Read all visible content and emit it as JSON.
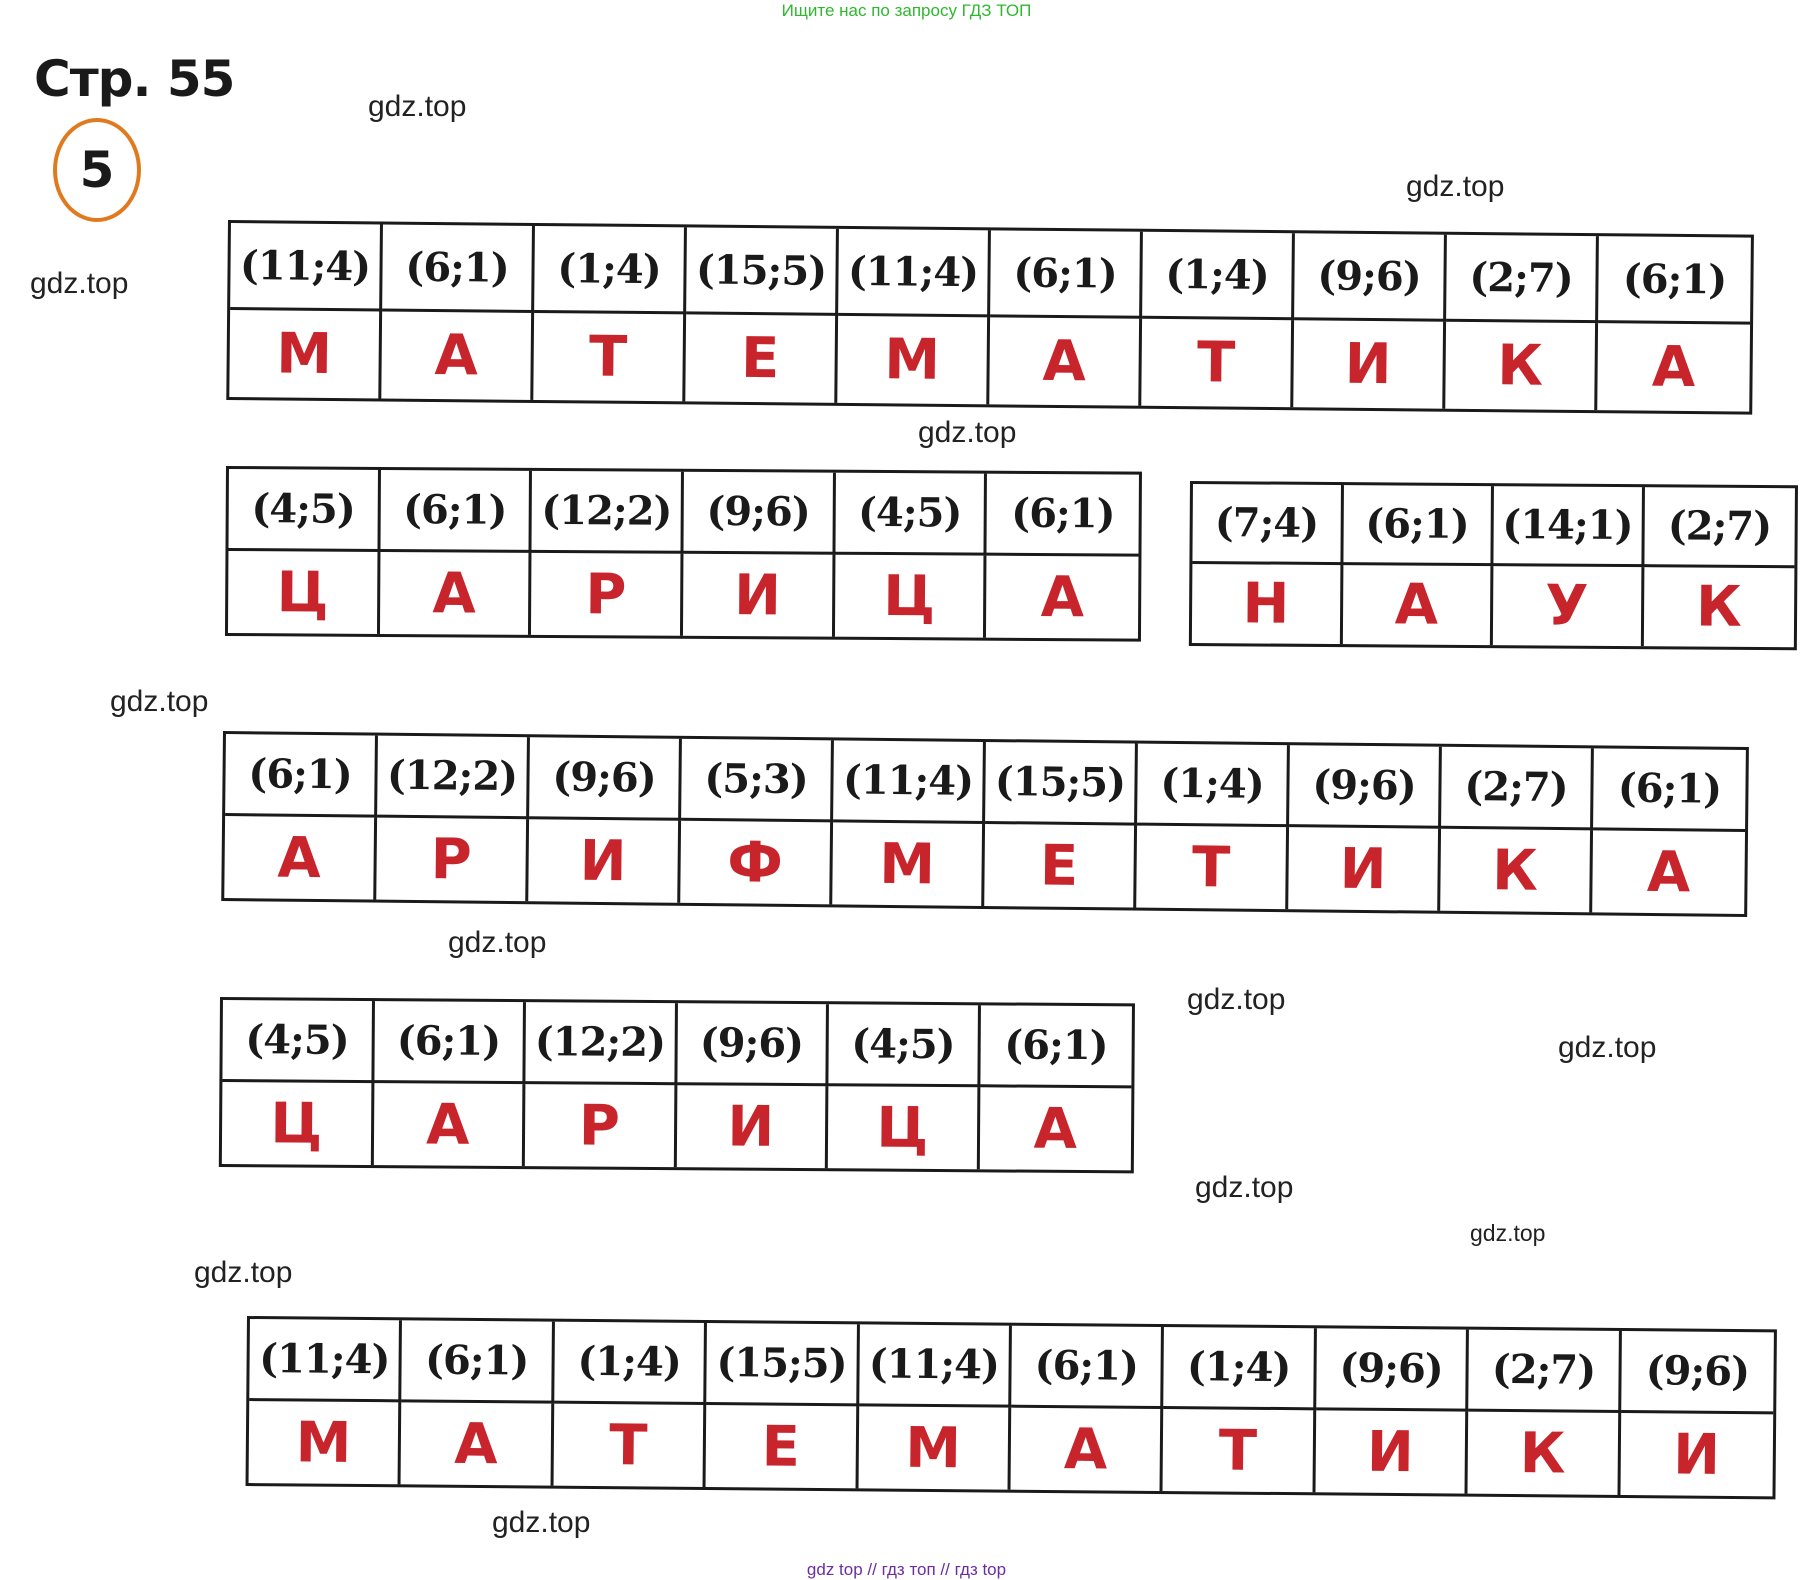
{
  "banner": "Ищите нас по запросу ГДЗ ТОП",
  "page_title": "Стр. 55",
  "task_number": "5",
  "watermark": "gdz.top",
  "footer": "gdz top  //  гдз топ  //  гдз top",
  "tables": [
    {
      "coords": [
        "(11;4)",
        "(6;1)",
        "(1;4)",
        "(15;5)",
        "(11;4)",
        "(6;1)",
        "(1;4)",
        "(9;6)",
        "(2;7)",
        "(6;1)"
      ],
      "letters": [
        "М",
        "А",
        "Т",
        "Е",
        "М",
        "А",
        "Т",
        "И",
        "К",
        "А"
      ]
    },
    {
      "coords": [
        "(4;5)",
        "(6;1)",
        "(12;2)",
        "(9;6)",
        "(4;5)",
        "(6;1)"
      ],
      "letters": [
        "Ц",
        "А",
        "Р",
        "И",
        "Ц",
        "А"
      ]
    },
    {
      "coords": [
        "(7;4)",
        "(6;1)",
        "(14;1)",
        "(2;7)"
      ],
      "letters": [
        "Н",
        "А",
        "У",
        "К"
      ]
    },
    {
      "coords": [
        "(6;1)",
        "(12;2)",
        "(9;6)",
        "(5;3)",
        "(11;4)",
        "(15;5)",
        "(1;4)",
        "(9;6)",
        "(2;7)",
        "(6;1)"
      ],
      "letters": [
        "А",
        "Р",
        "И",
        "Ф",
        "М",
        "Е",
        "Т",
        "И",
        "К",
        "А"
      ]
    },
    {
      "coords": [
        "(4;5)",
        "(6;1)",
        "(12;2)",
        "(9;6)",
        "(4;5)",
        "(6;1)"
      ],
      "letters": [
        "Ц",
        "А",
        "Р",
        "И",
        "Ц",
        "А"
      ]
    },
    {
      "coords": [
        "(11;4)",
        "(6;1)",
        "(1;4)",
        "(15;5)",
        "(11;4)",
        "(6;1)",
        "(1;4)",
        "(9;6)",
        "(2;7)",
        "(9;6)"
      ],
      "letters": [
        "М",
        "А",
        "Т",
        "Е",
        "М",
        "А",
        "Т",
        "И",
        "К",
        "И"
      ]
    }
  ]
}
